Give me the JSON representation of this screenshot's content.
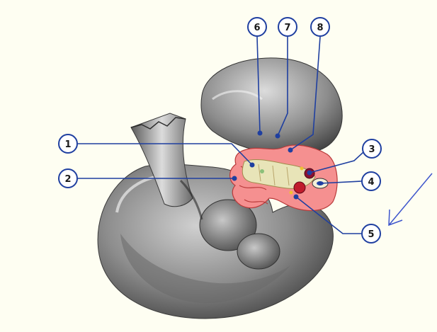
{
  "diagram": {
    "callouts": [
      {
        "number": "1"
      },
      {
        "number": "2"
      },
      {
        "number": "3"
      },
      {
        "number": "4"
      },
      {
        "number": "5"
      },
      {
        "number": "6"
      },
      {
        "number": "7"
      },
      {
        "number": "8"
      }
    ],
    "colors": {
      "background": "#fefef2",
      "callout_stroke": "#1f3fa0",
      "leader_line": "#1f3fa0",
      "arch_tissue": "#f59090",
      "pharynx": "#e8e4b8",
      "artery": "#8a1030",
      "pointer_arrow": "#3d55cc"
    }
  }
}
